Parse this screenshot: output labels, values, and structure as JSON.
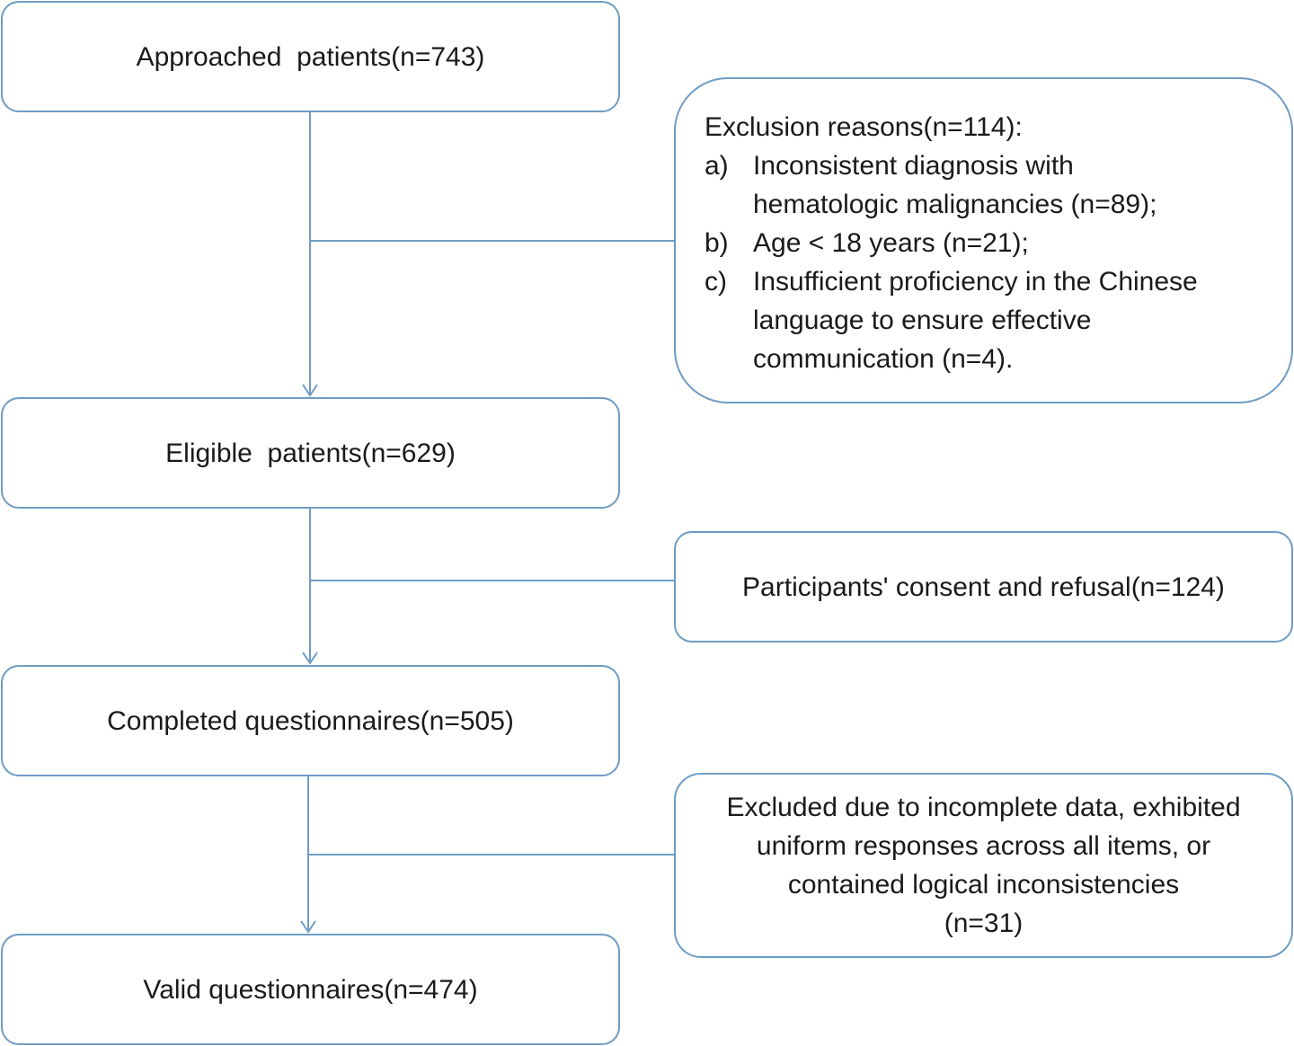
{
  "stages": {
    "approached": "Approached  patients(n=743)",
    "eligible": "Eligible  patients(n=629)",
    "completed": "Completed questionnaires(n=505)",
    "valid": "Valid questionnaires(n=474)"
  },
  "exclusions": {
    "heading": "Exclusion reasons(n=114):",
    "items": [
      {
        "marker": "a)",
        "lines": [
          "Inconsistent diagnosis with",
          "hematologic malignancies (n=89);"
        ]
      },
      {
        "marker": "b)",
        "lines": [
          "Age < 18 years (n=21);"
        ]
      },
      {
        "marker": "c)",
        "lines": [
          "Insufficient proficiency in the Chinese",
          "language to ensure effective",
          "communication (n=4)."
        ]
      }
    ]
  },
  "refusal": "Participants' consent and refusal(n=124)",
  "invalid": {
    "lines": [
      "Excluded due to incomplete data, exhibited",
      "uniform responses across all items, or",
      "contained logical inconsistencies",
      "(n=31)"
    ]
  },
  "colors": {
    "box_border": "#6f9cc4",
    "connector": "#6f9cc4",
    "text": "#1a1a1a",
    "background": "#ffffff"
  }
}
